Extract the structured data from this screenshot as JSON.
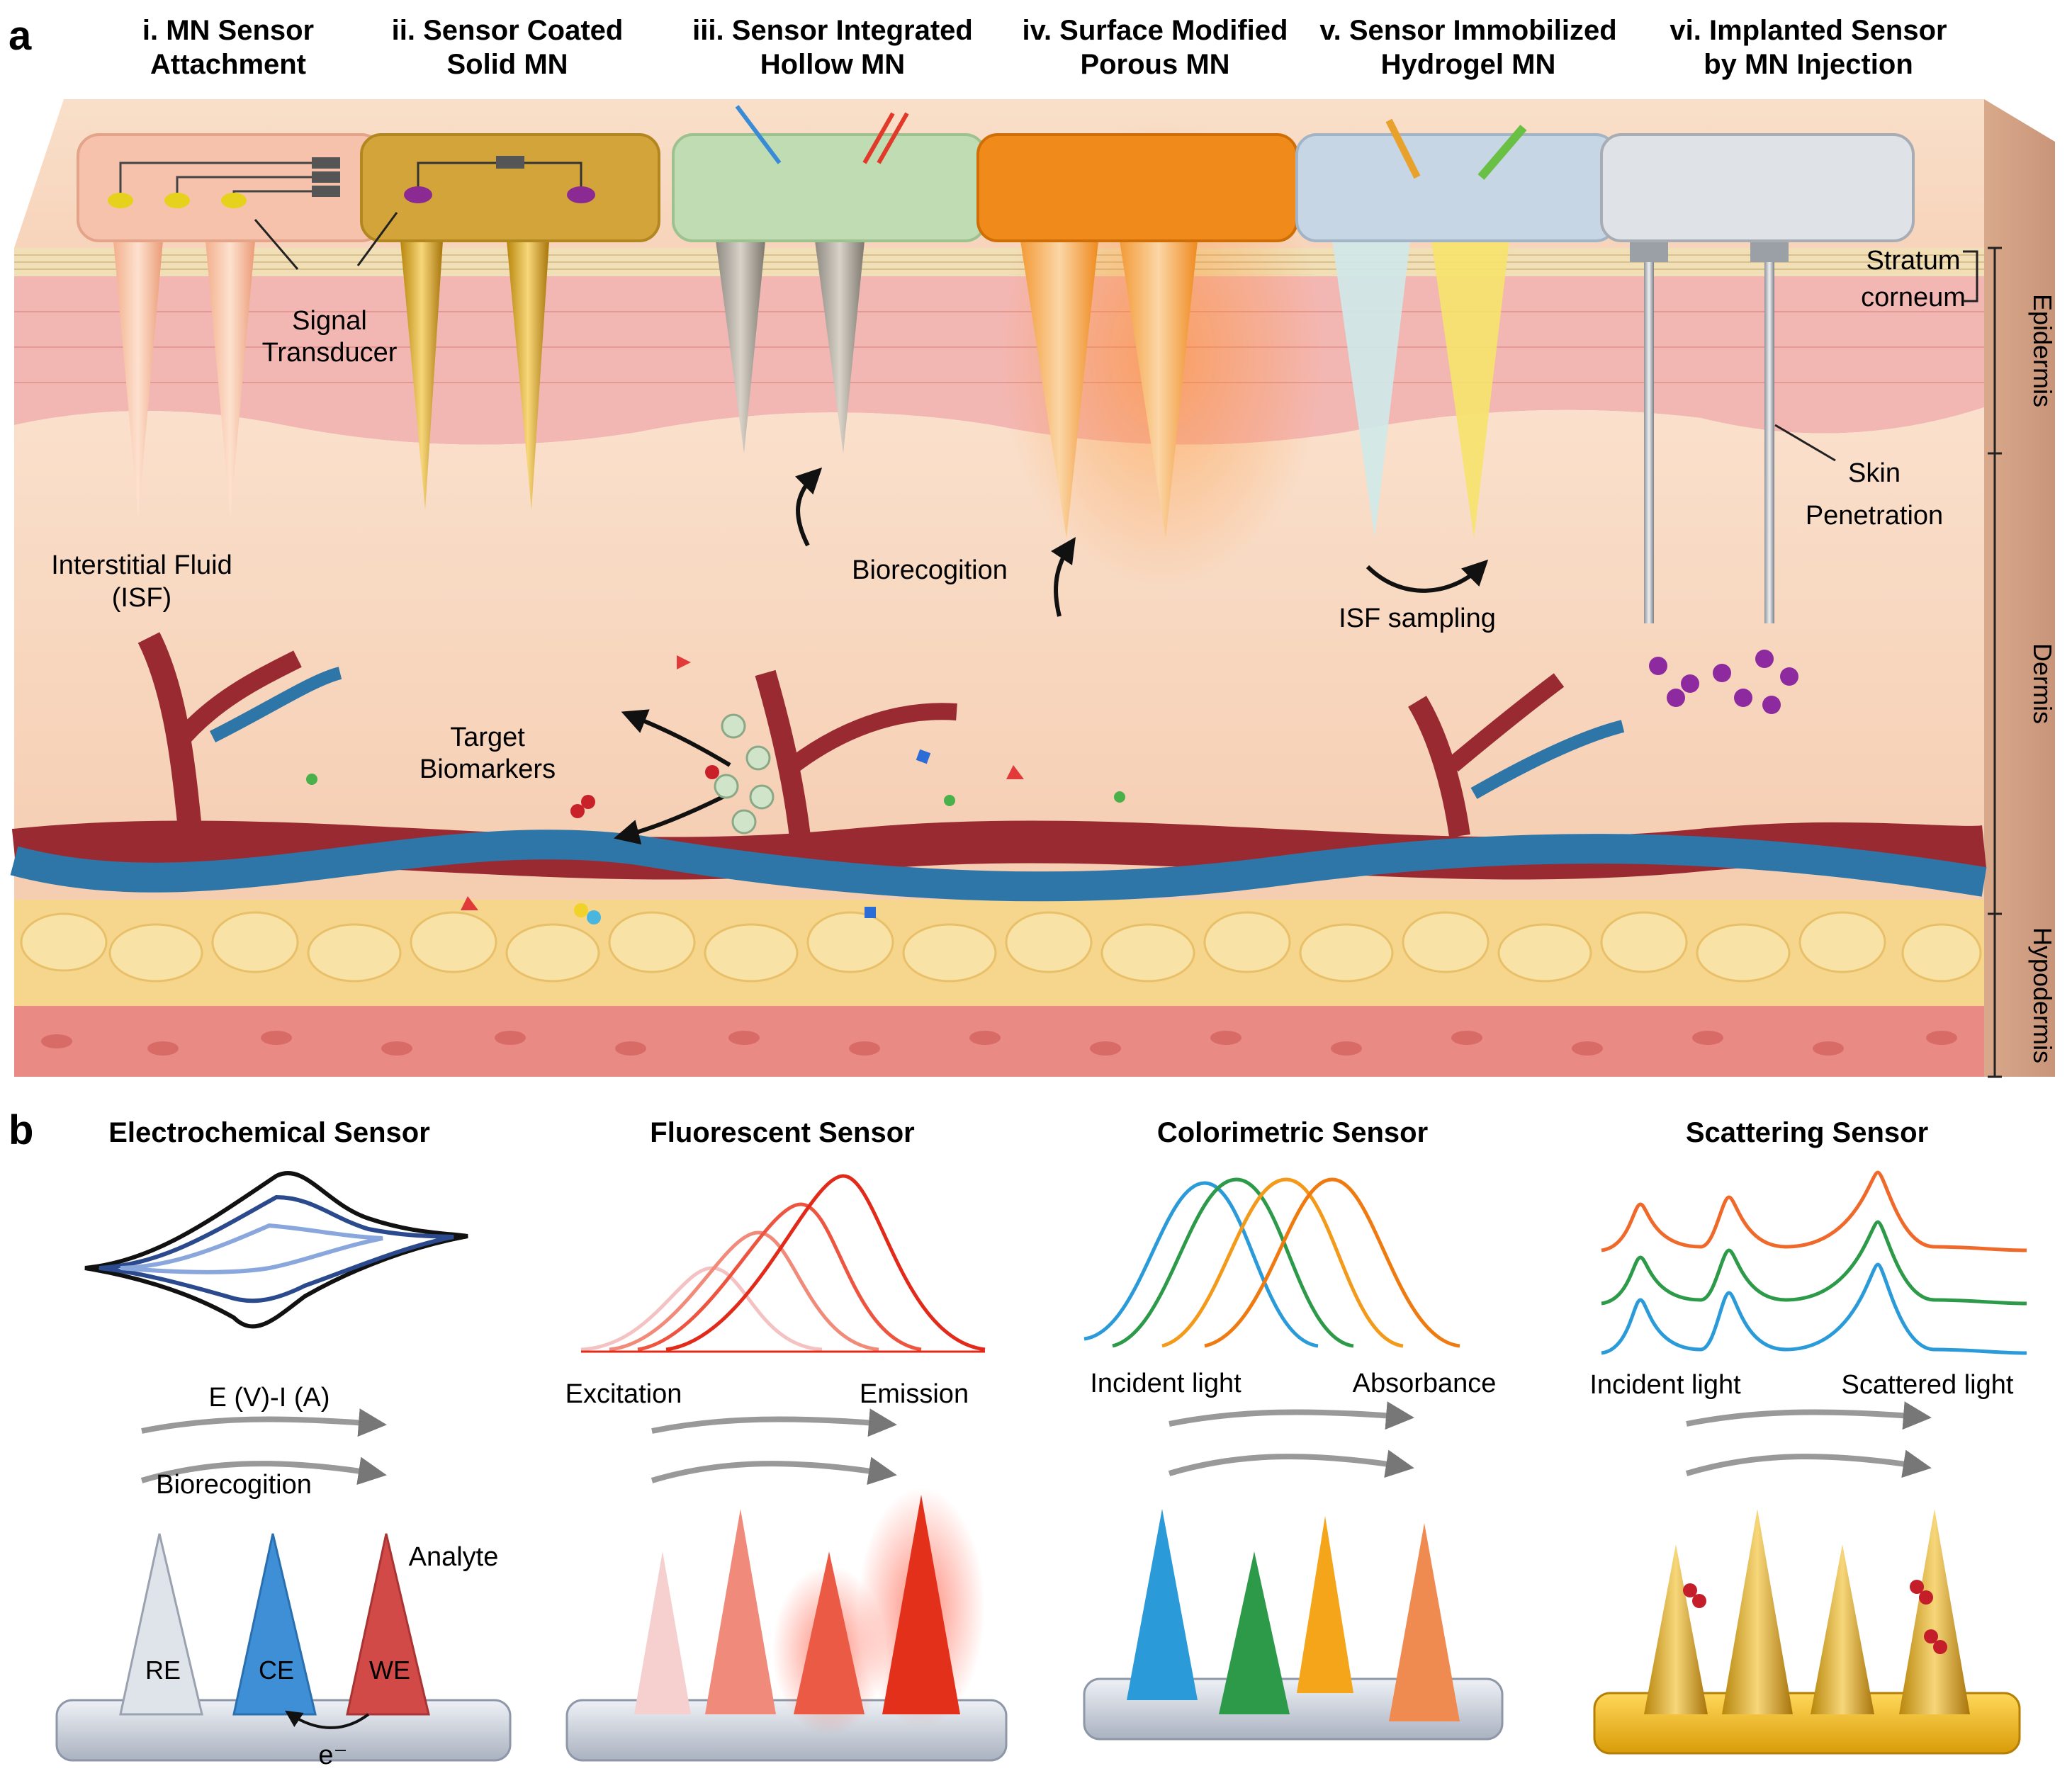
{
  "panel_a": {
    "letter": "a",
    "columns": [
      {
        "line1": "i. MN Sensor",
        "line2": "Attachment"
      },
      {
        "line1": "ii. Sensor Coated",
        "line2": "Solid MN"
      },
      {
        "line1": "iii. Sensor Integrated",
        "line2": "Hollow MN"
      },
      {
        "line1": "iv. Surface Modified",
        "line2": "Porous MN"
      },
      {
        "line1": "v. Sensor Immobilized",
        "line2": "Hydrogel MN"
      },
      {
        "line1": "vi. Implanted Sensor",
        "line2": "by MN Injection"
      }
    ],
    "labels": {
      "signal_transducer_1": "Signal",
      "signal_transducer_2": "Transducer",
      "isf_1": "Interstitial Fluid",
      "isf_2": "(ISF)",
      "biorecognition": "Biorecogition",
      "target_1": "Target",
      "target_2": "Biomarkers",
      "isf_sampling": "ISF sampling",
      "skin_penetration_1": "Skin",
      "skin_penetration_2": "Penetration",
      "stratum_1": "Stratum",
      "stratum_2": "corneum"
    },
    "layers": [
      "Epidermis",
      "Dermis",
      "Hypodermis"
    ]
  },
  "panel_b": {
    "letter": "b",
    "sensors": [
      {
        "title": "Electrochemical Sensor",
        "arrow_top": "E (V)-I (A)",
        "arrow_bottom": "Biorecogition",
        "cones": [
          "RE",
          "CE",
          "WE"
        ],
        "analyte": "Analyte",
        "electron": "e⁻"
      },
      {
        "title": "Fluorescent Sensor",
        "left_label": "Excitation",
        "right_label": "Emission"
      },
      {
        "title": "Colorimetric Sensor",
        "left_label": "Incident light",
        "right_label": "Absorbance"
      },
      {
        "title": "Scattering Sensor",
        "left_label": "Incident light",
        "right_label": "Scattered light"
      }
    ]
  },
  "colors": {
    "skin": "#f8d9c2",
    "epidermis": "#f3b7b3",
    "stratum": "#f1dfb8",
    "hypodermis": "#f6d58c",
    "artery": "#9a2a31",
    "vein": "#2f76a8",
    "fat_band": "#e98a84"
  }
}
